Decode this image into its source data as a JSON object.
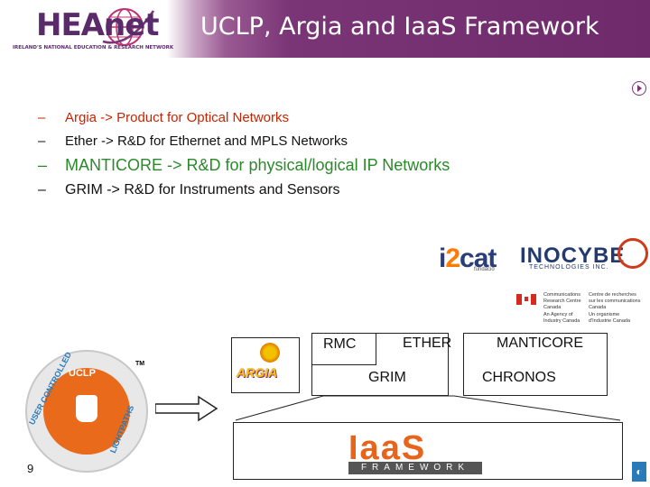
{
  "header": {
    "title": "UCLP, Argia and IaaS Framework",
    "logo_text": "HEAnet",
    "logo_subtitle": "IRELAND'S NATIONAL EDUCATION & RESEARCH NETWORK",
    "accent_color": "#6e2a6b"
  },
  "bullets": [
    {
      "dash": "–",
      "text": "Argia -> Product for Optical Networks",
      "color": "#cc2200"
    },
    {
      "dash": "–",
      "text": "Ether -> R&D for Ethernet and MPLS Networks",
      "color": "#111111"
    },
    {
      "dash": "–",
      "text": "MANTICORE -> R&D for physical/logical IP Networks",
      "color": "#2a8a2a"
    },
    {
      "dash": "–",
      "text": "GRIM -> R&D for Instruments and Sensors",
      "color": "#111111"
    }
  ],
  "partners": {
    "i2cat_prefix": "i",
    "i2cat_two": "2",
    "i2cat_suffix": "cat",
    "i2cat_sub": "fundació",
    "inocybe": "INOCYBE",
    "inocybe_sub": "TECHNOLOGIES INC.",
    "crc_en_1": "Communications",
    "crc_en_2": "Research Centre",
    "crc_en_3": "Canada",
    "crc_fr_1": "Centre de recherches",
    "crc_fr_2": "sur les communications",
    "crc_fr_3": "Canada",
    "crc_agency_en_1": "An Agency of",
    "crc_agency_en_2": "Industry Canada",
    "crc_agency_fr_1": "Un organisme",
    "crc_agency_fr_2": "d'Industrie Canada"
  },
  "diagram": {
    "uclp_label": "UCLP",
    "uclp_ring_text_left": "USER CONTROLLED",
    "uclp_ring_text_right": "LIGHTPATHS",
    "tm": "TM",
    "argia_label": "ARGIA",
    "rmc": "RMC",
    "ether": "ETHER",
    "grim": "GRIM",
    "manticore": "MANTICORE",
    "chronos": "CHRONOS",
    "iaas_logo": "IaaS",
    "iaas_sub": "FRAMEWORK"
  },
  "footer": {
    "page_number": "9"
  }
}
